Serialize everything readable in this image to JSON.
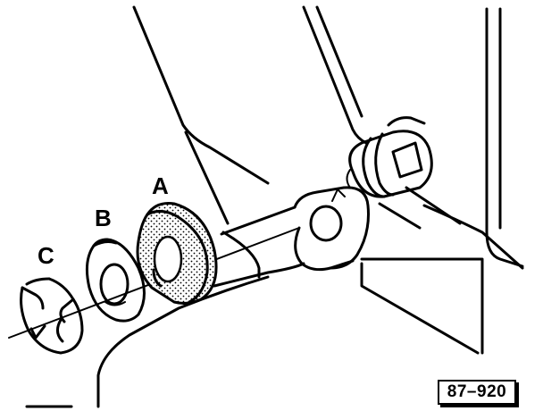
{
  "labels": {
    "a": "A",
    "b": "B",
    "c": "C"
  },
  "reference": "87–920",
  "colors": {
    "ink": "#000000",
    "paper": "#ffffff"
  }
}
